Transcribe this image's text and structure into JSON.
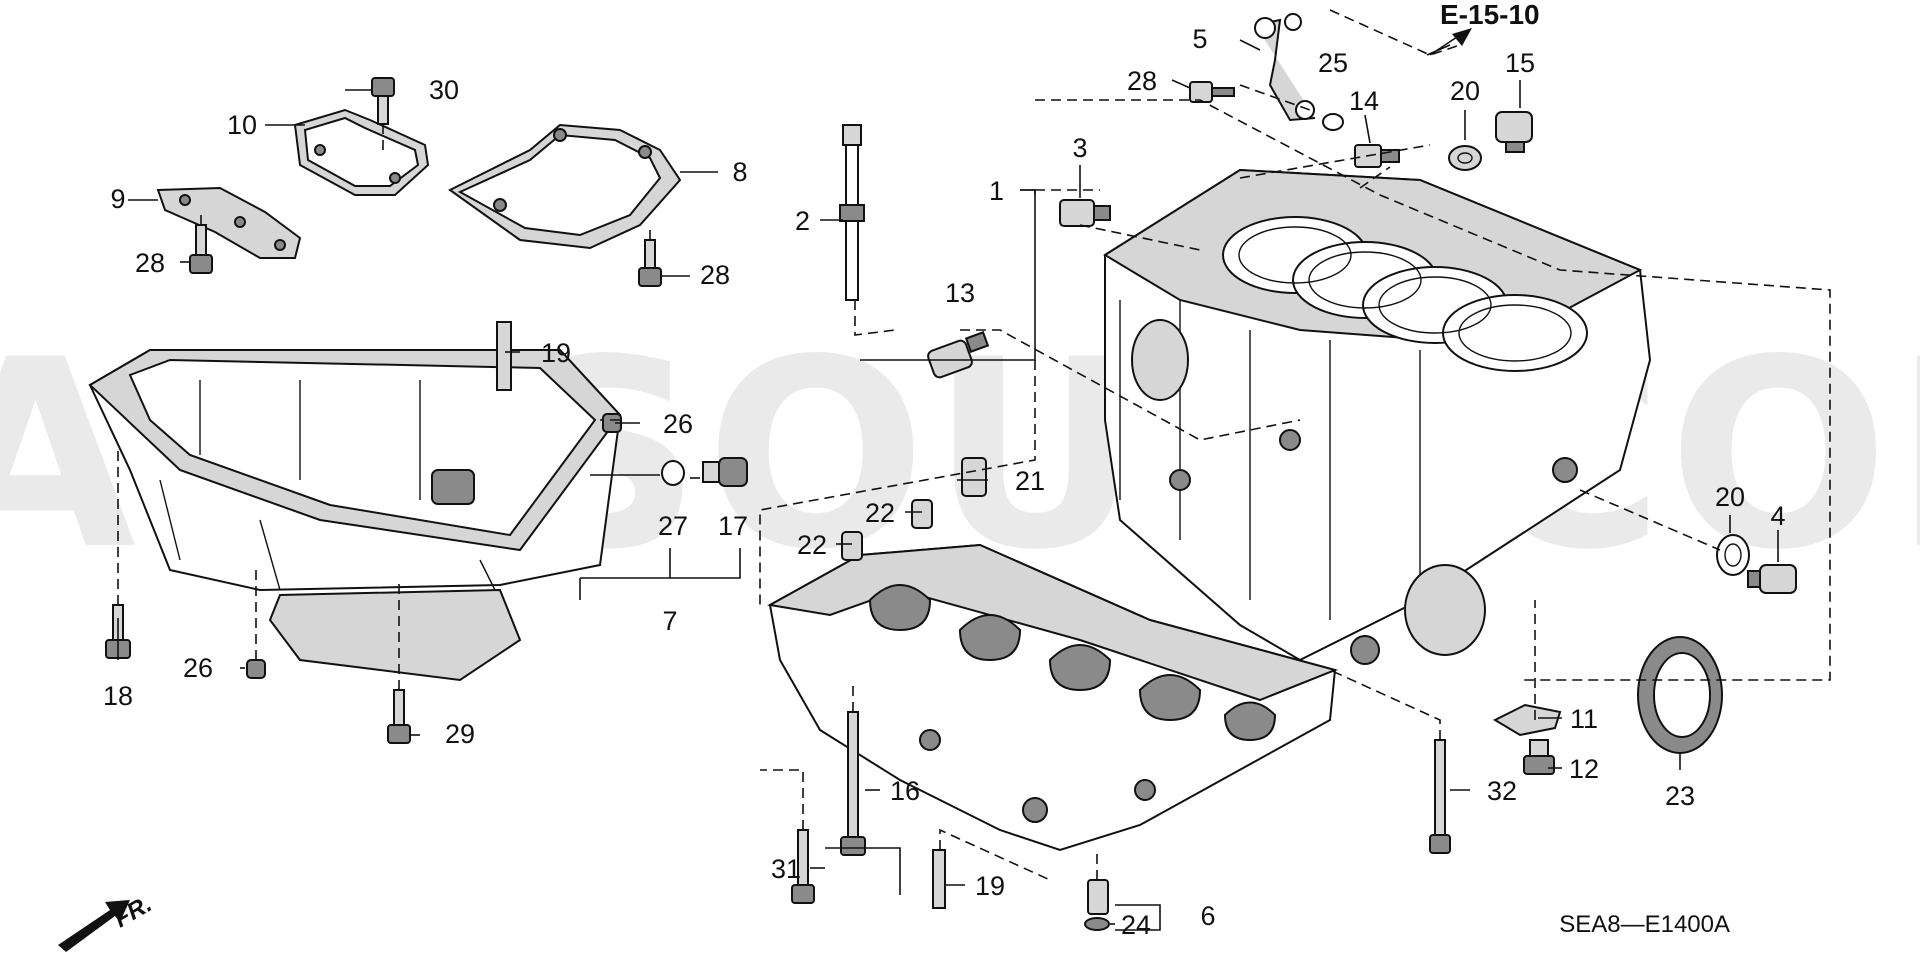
{
  "watermark": "PARTSOUQ.COM",
  "reference": "E-15-10",
  "diagram_code": "SEA8—E1400A",
  "front_marker": "FR.",
  "callouts": {
    "c1": "1",
    "c2": "2",
    "c3": "3",
    "c4": "4",
    "c5": "5",
    "c6": "6",
    "c7": "7",
    "c8": "8",
    "c9": "9",
    "c10": "10",
    "c11": "11",
    "c12": "12",
    "c13": "13",
    "c14": "14",
    "c15": "15",
    "c16": "16",
    "c17": "17",
    "c18": "18",
    "c19a": "19",
    "c19b": "19",
    "c20a": "20",
    "c20b": "20",
    "c21": "21",
    "c22a": "22",
    "c22b": "22",
    "c23": "23",
    "c24": "24",
    "c25": "25",
    "c26a": "26",
    "c26b": "26",
    "c27": "27",
    "c28a": "28",
    "c28b": "28",
    "c28c": "28",
    "c29": "29",
    "c30": "30",
    "c31": "31",
    "c32": "32"
  }
}
